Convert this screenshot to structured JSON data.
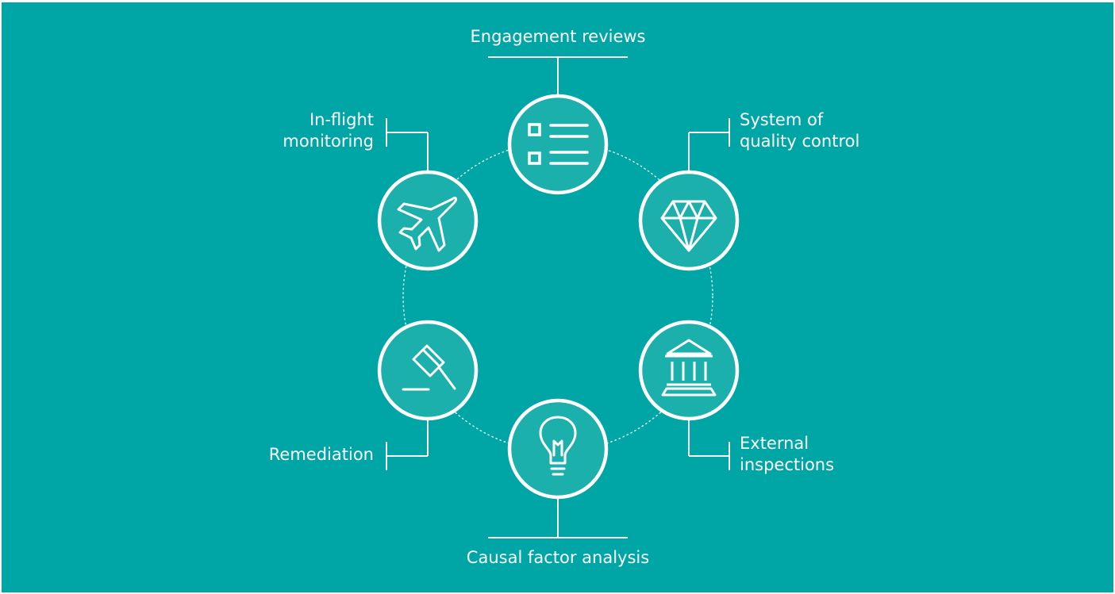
{
  "colors": {
    "background": "#00a6a6",
    "node_fill": "#1cb0ad",
    "stroke": "#ffffff"
  },
  "nodes": [
    {
      "id": "engagement-reviews",
      "label": "Engagement reviews",
      "icon": "checklist-icon"
    },
    {
      "id": "system-of-quality-control",
      "label": "System of\nquality control",
      "icon": "diamond-icon"
    },
    {
      "id": "external-inspections",
      "label": "External\ninspections",
      "icon": "bank-building-icon"
    },
    {
      "id": "causal-factor-analysis",
      "label": "Causal factor analysis",
      "icon": "lightbulb-icon"
    },
    {
      "id": "remediation",
      "label": "Remediation",
      "icon": "gavel-icon"
    },
    {
      "id": "in-flight-monitoring",
      "label": "In-flight\nmonitoring",
      "icon": "airplane-icon"
    }
  ]
}
